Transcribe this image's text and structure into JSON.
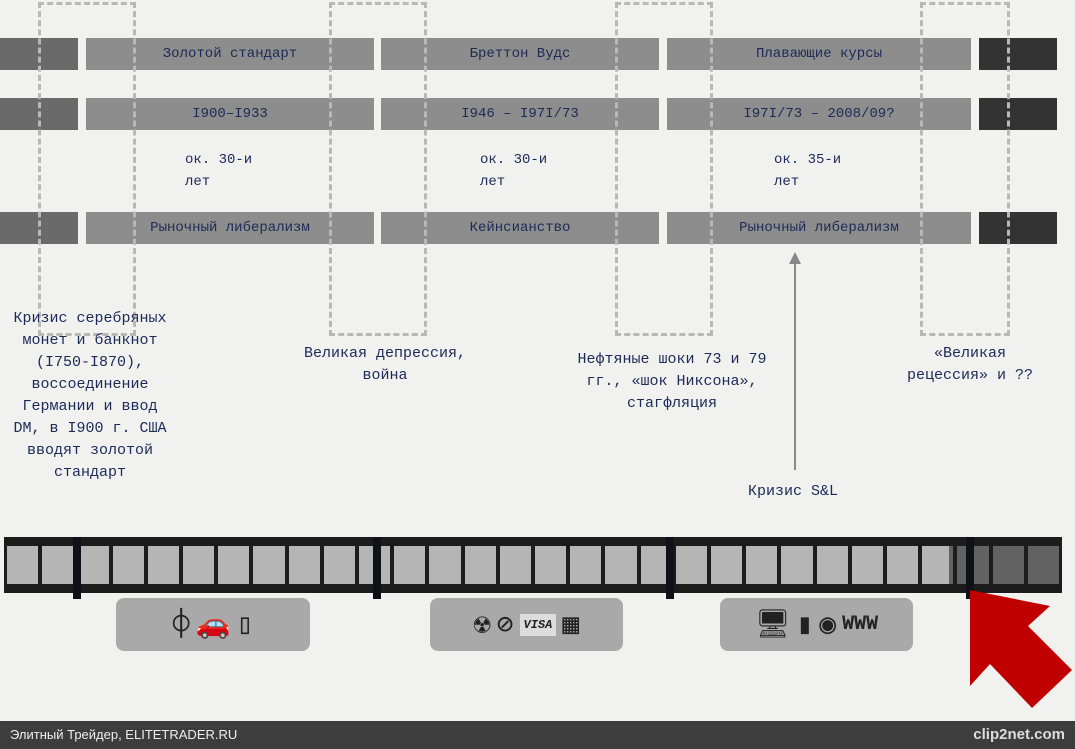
{
  "eras": [
    {
      "system": "Золотой стандарт",
      "years": "I900–I933",
      "duration_line1": "ок. 30-и",
      "duration_line2": "лет",
      "ideology": "Рыночный либерализм"
    },
    {
      "system": "Бреттон Вудс",
      "years": "I946 – I97I/73",
      "duration_line1": "ок. 30-и",
      "duration_line2": "лет",
      "ideology": "Кейнсианство"
    },
    {
      "system": "Плавающие курсы",
      "years": "I97I/73 – 2008/09?",
      "duration_line1": "ок. 35-и",
      "duration_line2": "лет",
      "ideology": "Рыночный либерализм"
    }
  ],
  "crises": [
    "Кризис серебряных монет и банкнот (I750-I870), воссоединение Германии и ввод DM, в I900 г. США вводят золотой стандарт",
    "Великая депрессия, война",
    "Нефтяные шоки 73 и 79 гг., «шок Никсона», стагфляция",
    "«Великая рецессия» и ??"
  ],
  "sl_crisis": "Кризис S&L",
  "icon_panels": [
    [
      "vacuum-tube",
      "car",
      "refrigerator"
    ],
    [
      "radiation",
      "transistor",
      "visa-card",
      "microchip"
    ],
    [
      "computer",
      "phone",
      "disc",
      "www"
    ]
  ],
  "footer": {
    "source": "Элитный Трейдер, ELITETRADER.RU",
    "brand": "clip2net.com"
  },
  "colors": {
    "arrow": "#c00000",
    "text": "#1c2a55"
  }
}
